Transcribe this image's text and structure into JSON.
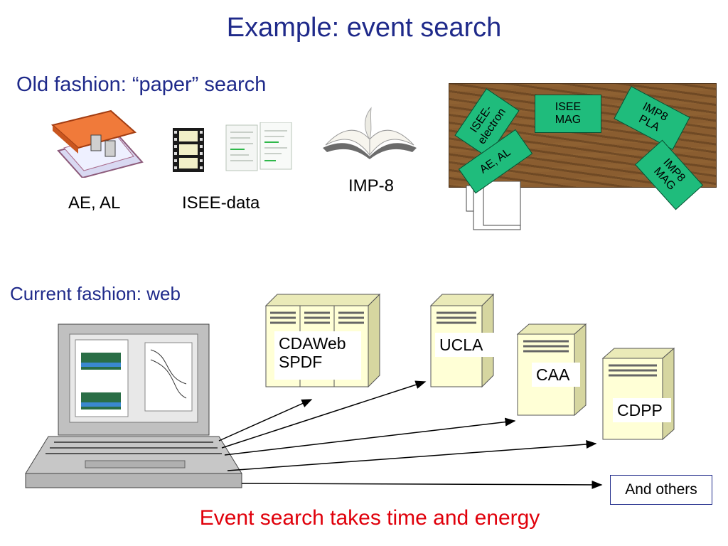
{
  "title": "Example: event search",
  "old_section": {
    "heading": "Old fashion: “paper” search",
    "captions": {
      "binder": "AE, AL",
      "film": "ISEE-data",
      "book": "IMP-8"
    }
  },
  "desk_notes": {
    "isee_electron": "ISEE-\nelectron",
    "isee_mag": "ISEE\nMAG",
    "imp8_pla": "IMP8\nPLA",
    "ae_al": "AE, AL",
    "imp8_mag": "IMP8\nMAG"
  },
  "current_section": {
    "heading": "Current fashion: web",
    "servers": {
      "cdaweb": "CDAWeb\nSPDF",
      "ucla": "UCLA",
      "caa": "CAA",
      "cdpp": "CDPP"
    },
    "others": "And others"
  },
  "footer": "Event search takes time and energy",
  "colors": {
    "title": "#1f2a8a",
    "footer": "#e0000b",
    "note": "#1fbc7c",
    "server": "#ffffd6",
    "laptop": "#c7c7c7"
  }
}
